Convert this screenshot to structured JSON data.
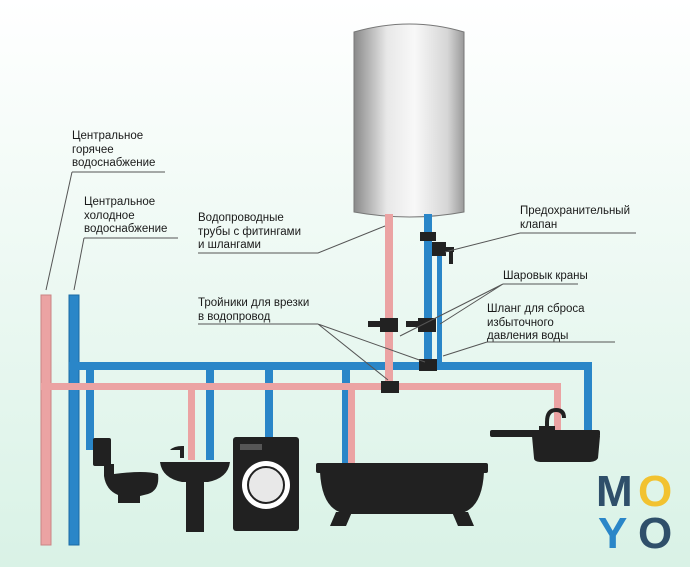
{
  "labels": {
    "central_hot": "Центральное\nгорячее\nводоснабжение",
    "central_cold": "Центральное\nхолодное\nводоснабжение",
    "pipes": "Водопроводные\nтрубы с фитингами\nи шлангами",
    "safety_valve": "Предохранительный\nклапан",
    "ball_valves": "Шаровык краны",
    "hose": "Шланг для сброса\nизбыточного\nдавления воды",
    "tees": "Тройники для врезки\nв водопровод"
  },
  "logo": {
    "letters": [
      "M",
      "O",
      "Y",
      "O"
    ]
  },
  "colors": {
    "hot_pipe": "#eba3a3",
    "cold_pipe": "#2a86c8",
    "appliance": "#212121",
    "leader": "#555555",
    "logo_m": "#2f4f6a",
    "logo_o1": "#f2c230",
    "logo_y": "#2a86c8",
    "logo_o2": "#2f4f6a"
  }
}
